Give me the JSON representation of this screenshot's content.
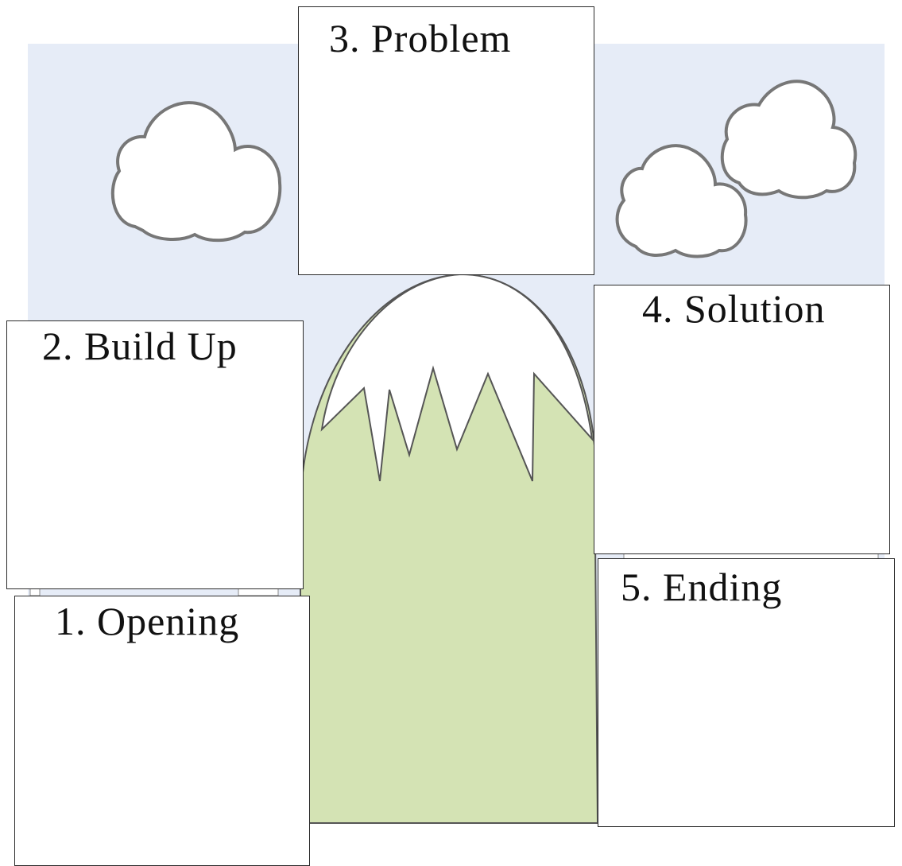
{
  "colors": {
    "sky": "#e6ecf7",
    "mountain_green": "#d4e3b4",
    "snow": "#ffffff",
    "outline": "#555555",
    "box_border": "#2b2b2b"
  },
  "diagram": {
    "stages": [
      {
        "id": "opening",
        "label": "1. Opening"
      },
      {
        "id": "buildup",
        "label": "2. Build Up"
      },
      {
        "id": "problem",
        "label": "3. Problem"
      },
      {
        "id": "solution",
        "label": "4. Solution"
      },
      {
        "id": "ending",
        "label": "5. Ending"
      }
    ],
    "decorations": [
      "cloud-icon",
      "cloud-icon",
      "cloud-icon",
      "mountain-icon"
    ]
  }
}
